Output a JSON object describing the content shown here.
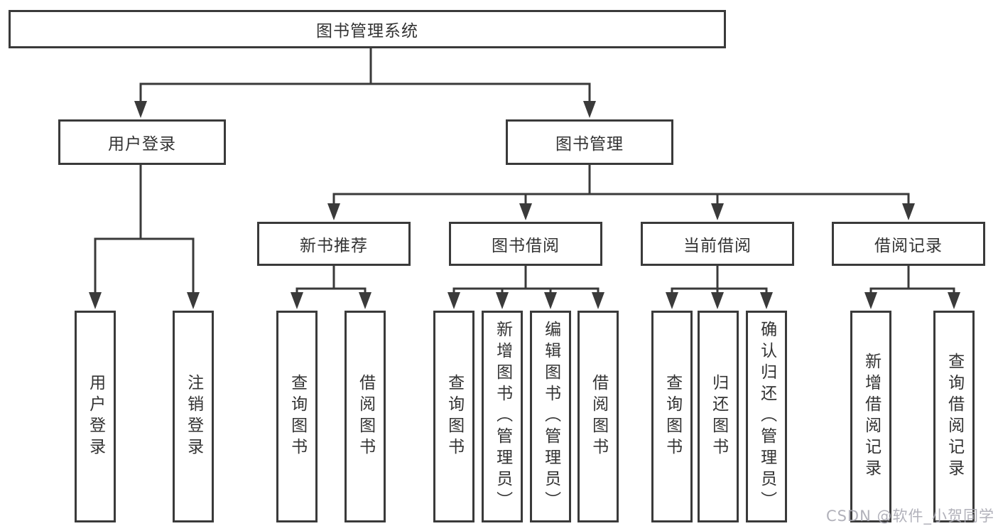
{
  "diagram": {
    "title": "图书管理系统",
    "tree": {
      "label": "图书管理系统",
      "children": [
        {
          "label": "用户登录",
          "children": [
            {
              "label": "用户登录"
            },
            {
              "label": "注销登录"
            }
          ]
        },
        {
          "label": "图书管理",
          "children": [
            {
              "label": "新书推荐",
              "children": [
                {
                  "label": "查询图书"
                },
                {
                  "label": "借阅图书"
                }
              ]
            },
            {
              "label": "图书借阅",
              "children": [
                {
                  "label": "查询图书"
                },
                {
                  "label": "新增图书（管理员）"
                },
                {
                  "label": "编辑图书（管理员）"
                },
                {
                  "label": "借阅图书"
                }
              ]
            },
            {
              "label": "当前借阅",
              "children": [
                {
                  "label": "查询图书"
                },
                {
                  "label": "归还图书"
                },
                {
                  "label": "确认归还（管理员）"
                }
              ]
            },
            {
              "label": "借阅记录",
              "children": [
                {
                  "label": "新增借阅记录"
                },
                {
                  "label": "查询借阅记录"
                }
              ]
            }
          ]
        }
      ]
    },
    "colors": {
      "line": "#3a3a3a",
      "box_border": "#3a3a3a",
      "box_fill": "#ffffff",
      "text": "#333333",
      "watermark_text": "#a8a8b2",
      "background": "#ffffff"
    }
  },
  "watermark": {
    "label": "CSDN @软件_小贺同学"
  }
}
